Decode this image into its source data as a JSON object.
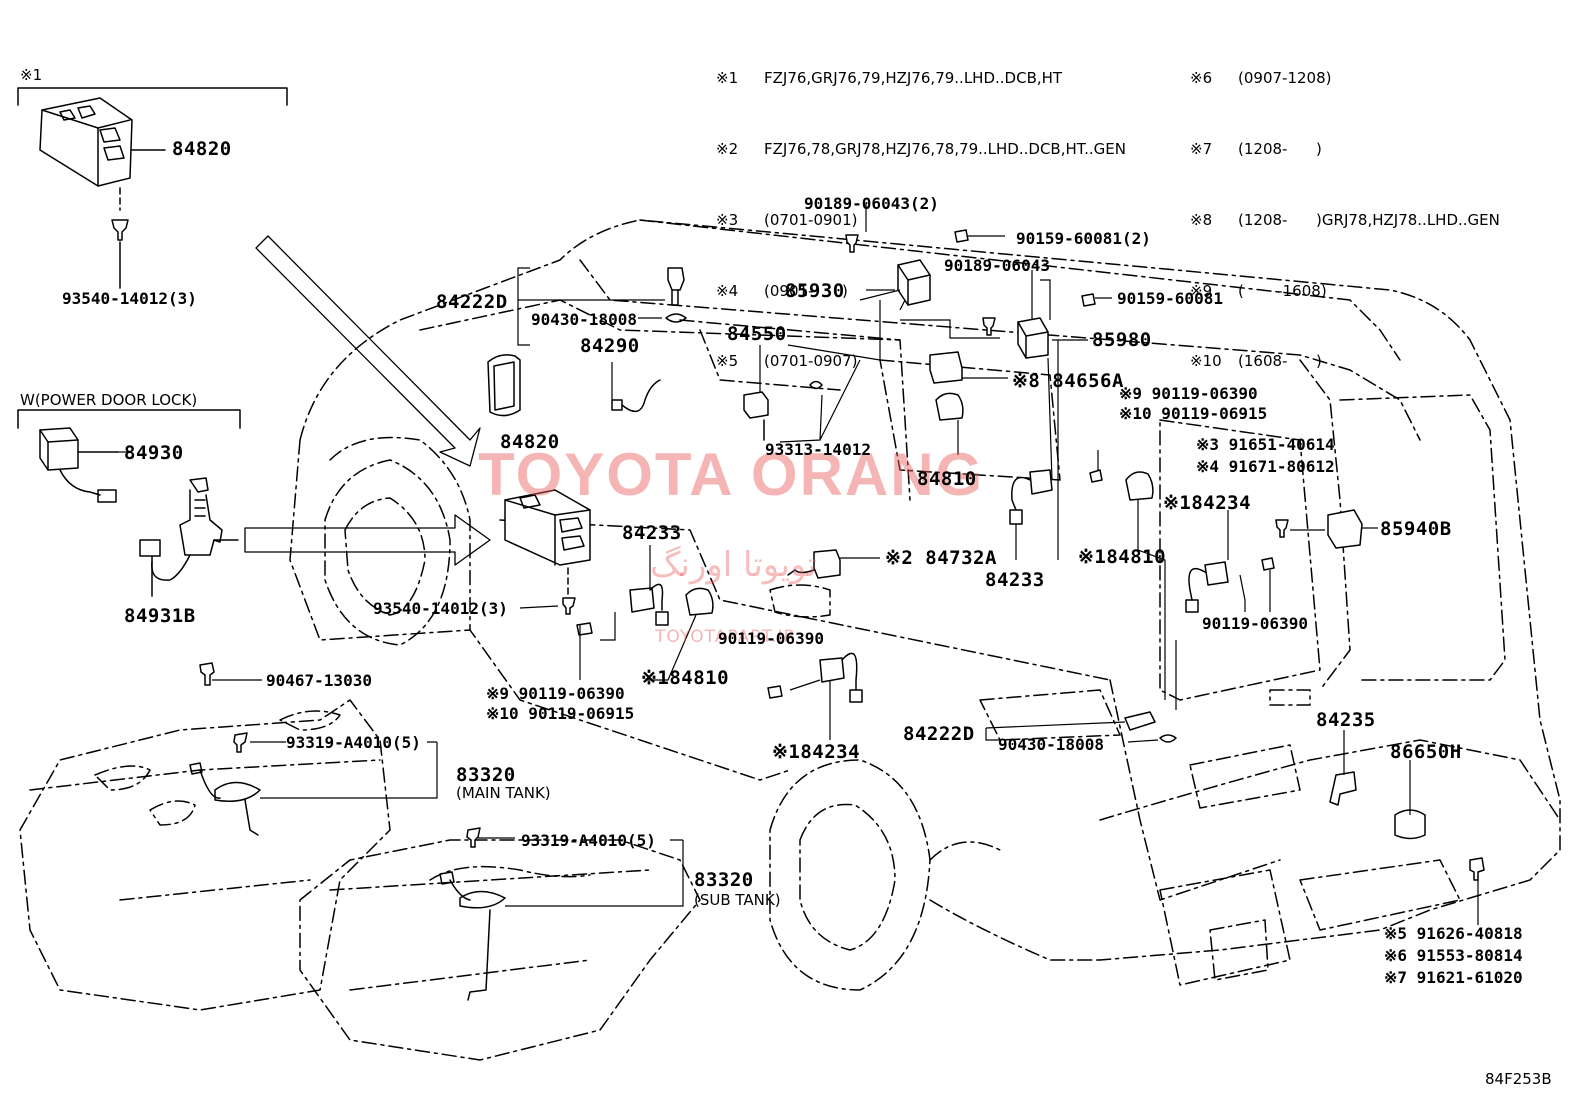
{
  "legend_left": [
    {
      "mark": "※1",
      "text": "FZJ76,GRJ76,79,HZJ76,79..LHD..DCB,HT"
    },
    {
      "mark": "※2",
      "text": "FZJ76,78,GRJ78,HZJ76,78,79..LHD..DCB,HT..GEN"
    },
    {
      "mark": "※3",
      "text": "(0701-0901)"
    },
    {
      "mark": "※4",
      "text": "(0901-      )"
    },
    {
      "mark": "※5",
      "text": "(0701-0907)"
    }
  ],
  "legend_right": [
    {
      "mark": "※6",
      "text": "(0907-1208)"
    },
    {
      "mark": "※7",
      "text": "(1208-      )"
    },
    {
      "mark": "※8",
      "text": "(1208-      )GRJ78,HZJ78..LHD..GEN"
    },
    {
      "mark": "※9",
      "text": "(       -1608)"
    },
    {
      "mark": "※10",
      "text": "(1608-      )"
    }
  ],
  "labels": {
    "inset_mark": "※1",
    "inset_84820": "84820",
    "inset_93540": "93540-14012(3)",
    "power_door_lock": "W(POWER DOOR LOCK)",
    "p84930": "84930",
    "p84931B": "84931B",
    "p84222D_top": "84222D",
    "p90430_top": "90430-18008",
    "p84290": "84290",
    "p84550": "84550",
    "p84820_main": "84820",
    "p93313": "93313-14012",
    "p84233_a": "84233",
    "p93540_main": "93540-14012(3)",
    "p90119_mid": "90119-06390",
    "p9_90119": "※9  90119-06390",
    "p10_90119": "※10 90119-06915",
    "p1_84810_lower": "※184810",
    "p1_84234_lower": "※184234",
    "p90189_top": "90189-06043(2)",
    "p90159_top": "90159-60081(2)",
    "p85930": "85930",
    "p90189_mid": "90189-06043",
    "p90159_mid": "90159-60081",
    "p85980": "85980",
    "p8_84656A": "※8 84656A",
    "p84810": "84810",
    "p2_84732A": "※2 84732A",
    "p84233_b": "84233",
    "p9_right": "※9  90119-06390",
    "p10_right": "※10 90119-06915",
    "p3_91651": "※3 91651-40614",
    "p4_91671": "※4 91671-80612",
    "p1_84234": "※184234",
    "p1_84810": "※184810",
    "p85940B": "85940B",
    "p90119_right": "90119-06390",
    "p84222D_low": "84222D",
    "p90430_low": "90430-18008",
    "p84235": "84235",
    "p86650H": "86650H",
    "p5_91626": "※5 91626-40818",
    "p6_91553": "※6 91553-80814",
    "p7_91621": "※7 91621-61020",
    "p90467": "90467-13030",
    "p93319_main": "93319-A4010(5)",
    "p83320_main": "83320",
    "main_tank": "(MAIN TANK)",
    "p93319_sub": "93319-A4010(5)",
    "p83320_sub": "83320",
    "sub_tank": "(SUB TANK)",
    "figure_code": "84F253B"
  },
  "watermark": {
    "brand": "TOYOTA ORANG",
    "farsi": "تویوتا اورنگ",
    "site": "TOYOTAPART.IR",
    "color": "#eb5a5a"
  }
}
